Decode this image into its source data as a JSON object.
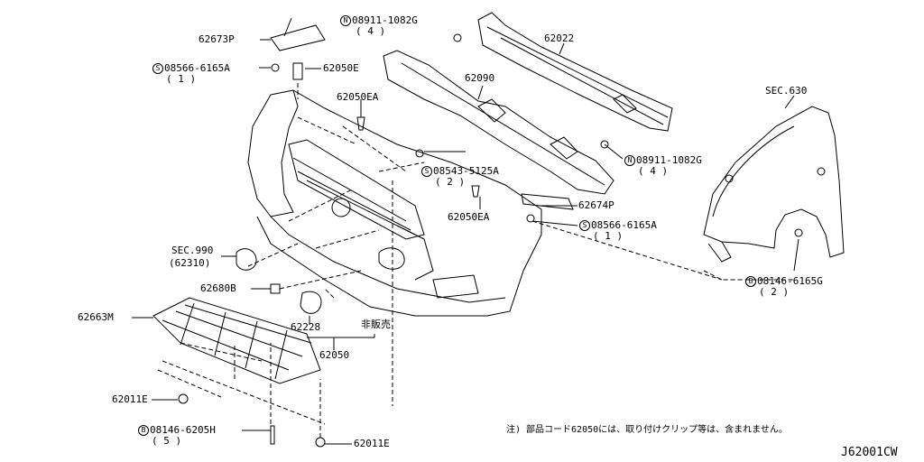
{
  "labels": {
    "p62673P": "62673P",
    "n08911_top": "08911-1082G",
    "n08911_top_qty": "( 4 )",
    "p62022": "62022",
    "s08566_a": "08566-6165A",
    "s08566_a_qty": "( 1 )",
    "p62050E": "62050E",
    "p62090": "62090",
    "sec630": "SEC.630",
    "p62050EA_top": "62050EA",
    "n08911_right": "08911-1082G",
    "n08911_right_qty": "( 4 )",
    "s08543": "08543-5125A",
    "s08543_qty": "( 2 )",
    "p62674P": "62674P",
    "p62050EA_mid": "62050EA",
    "s08566_b": "08566-6165A",
    "s08566_b_qty": "( 1 )",
    "sec990": "SEC.990",
    "sec990_sub": "(62310)",
    "p62680B": "62680B",
    "b08146_6165G": "08146-6165G",
    "b08146_6165G_qty": "( 2 )",
    "p62663M": "62663M",
    "p62228": "62228",
    "not_for_sale": "非販売",
    "p62050": "62050",
    "p62011E_a": "62011E",
    "b08146_6205H": "08146-6205H",
    "b08146_6205H_qty": "( 5 )",
    "p62011E_b": "62011E",
    "footnote": "注) 部品コード62050には、取り付けクリップ等は、含まれません。",
    "diagram_code": "J62001CW"
  },
  "symbols": {
    "N": "N",
    "S": "S",
    "B": "B"
  }
}
